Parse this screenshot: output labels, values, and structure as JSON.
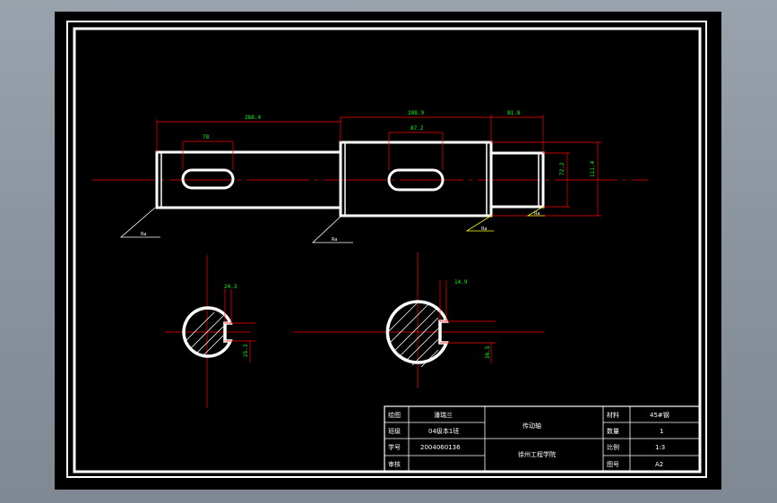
{
  "colors": {
    "background": "#000000",
    "outline": "#ffffff",
    "centerline": "#ff0000",
    "dimension_text": "#00ff00",
    "leader": "#ffff00"
  },
  "dimensions": {
    "len_left": "288.4",
    "len_mid": "288.9",
    "len_right": "81.8",
    "keyway_left": "78",
    "keyway_mid": "87.2",
    "dia_right": "72.2",
    "dia_overall": "111.4",
    "sec1_top": "24.3",
    "sec1_bottom": "25.3",
    "sec2_top": "14.9",
    "sec2_bottom": "36.5"
  },
  "roughness": {
    "r1": "Ra",
    "r2": "Ra",
    "r3": "Ra",
    "r4": "Ra"
  },
  "title_block": {
    "drawn_label": "绘图",
    "drawn_value": "潘瑞兰",
    "class_label": "班级",
    "class_value": "04级本1班",
    "id_label": "学号",
    "id_value": "2004060136",
    "review_label": "审核",
    "part_name": "传动轴",
    "school": "徐州工程学院",
    "material_label": "材料",
    "material_value": "45#钢",
    "qty_label": "数量",
    "qty_value": "1",
    "scale_label": "比例",
    "scale_value": "1:3",
    "sheet_label": "图号",
    "sheet_value": "A2"
  }
}
